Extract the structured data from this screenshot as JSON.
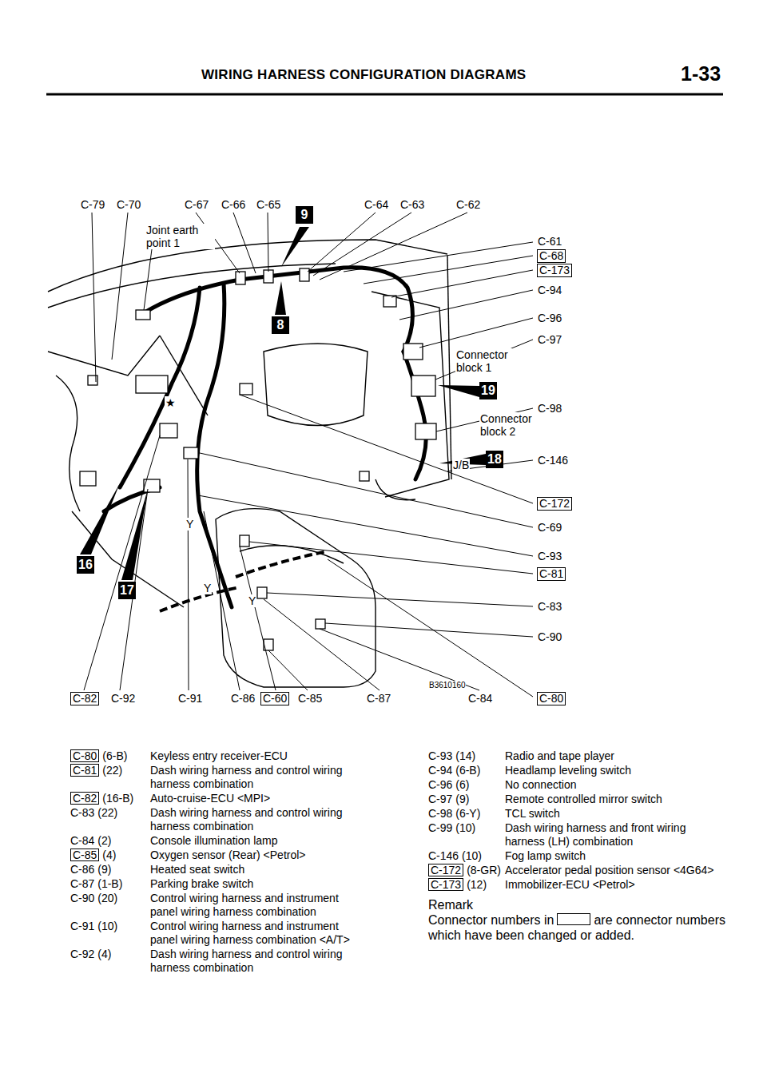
{
  "diagram": {
    "title": "WIRING HARNESS CONFIGURATION DIAGRAMS",
    "nodes": [
      {
        "text": [
          "9"
        ]
      },
      {
        "text": [
          "8"
        ]
      },
      {
        "text": [
          "C-68"
        ]
      },
      {
        "text": [
          "C-173"
        ]
      },
      {
        "text": [
          "19"
        ]
      },
      {
        "text": [
          "18"
        ]
      },
      {
        "text": [
          "C-172"
        ]
      },
      {
        "text": [
          "C-81"
        ]
      },
      {
        "text": [
          "16"
        ]
      },
      {
        "text": [
          "17"
        ]
      },
      {
        "text": [
          "C-80"
        ]
      },
      {
        "text": [
          "C-82"
        ]
      },
      {
        "text": [
          "C-60"
        ]
      },
      {
        "text": [
          "C-80"
        ]
      },
      {
        "text": [
          "C-81"
        ]
      },
      {
        "text": [
          "C-82"
        ]
      },
      {
        "text": [
          "C-85"
        ]
      },
      {
        "text": [
          "C-172"
        ]
      },
      {
        "text": [
          "C-173"
        ]
      }
    ],
    "labels": [
      "1-33",
      "C-79",
      "C-70",
      "C-67",
      "C-66",
      "C-65",
      "C-64",
      "C-63",
      "C-62",
      "Joint earth point 1",
      "C-61",
      "C-94",
      "C-96",
      "C-97",
      "Connector block 1",
      "C-98",
      "Connector block 2",
      "C-146",
      "J/B",
      "★",
      "Y",
      "C-69",
      "C-93",
      "Y",
      "Y",
      "C-83",
      "C-90",
      "B3610160",
      "C-92",
      "C-91",
      "C-86",
      "C-85",
      "C-87",
      "C-84",
      "(6-B)",
      "Keyless entry receiver-ECU",
      "(22)",
      "Dash wiring harness and control wiring harness combination",
      "(16-B)",
      "Auto-cruise-ECU <MPI>",
      "C-83 (22)",
      "Dash wiring harness and control wiring harness combination",
      "C-84 (2)",
      "Console illumination lamp",
      "(4)",
      "Oxygen sensor (Rear) <Petrol>",
      "C-86 (9)",
      "Heated seat switch",
      "C-87 (1-B)",
      "Parking brake switch",
      "C-90 (20)",
      "Control wiring harness and instrument panel wiring harness combination",
      "C-91 (10)",
      "Control wiring harness and instrument panel wiring harness combination <A/T>",
      "C-92 (4)",
      "Dash wiring harness and control wiring harness combination",
      "C-93 (14)",
      "Radio and tape player",
      "C-94 (6-B)",
      "Headlamp leveling switch",
      "C-96 (6)",
      "No connection",
      "C-97 (9)",
      "Remote controlled mirror switch",
      "C-98 (6-Y)",
      "TCL switch",
      "C-99 (10)",
      "Dash wiring harness and front wiring harness (LH) combination",
      "C-146 (10)",
      "Fog lamp switch",
      "(8-GR)",
      "Accelerator pedal position sensor <4G64>",
      "(12)",
      "Immobilizer-ECU <Petrol>",
      "Remark",
      "Connector numbers in",
      "are connector numbers which have been changed or added."
    ]
  }
}
